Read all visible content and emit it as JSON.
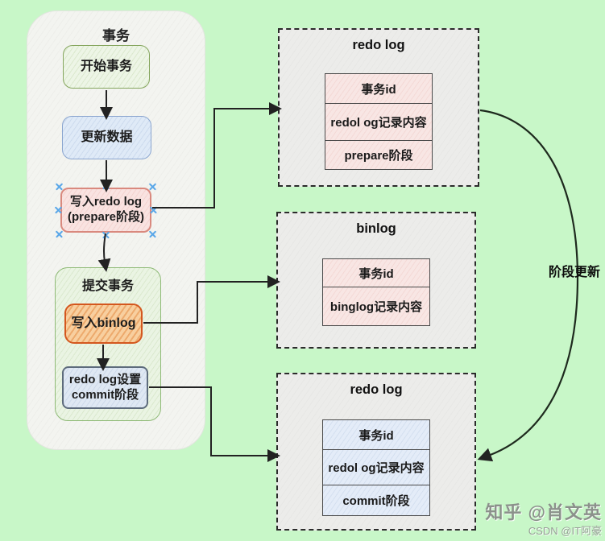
{
  "transaction_panel": {
    "title": "事务",
    "start_label": "开始事务",
    "update_label": "更新数据",
    "write_redo_line1": "写入redo log",
    "write_redo_line2": "(prepare阶段)",
    "commit_title": "提交事务",
    "write_binlog_label": "写入binlog",
    "redo_commit_line1": "redo log设置",
    "redo_commit_line2": "commit阶段"
  },
  "log_boxes": [
    {
      "title": "redo log",
      "rows": [
        "事务id",
        "redol og记录内容",
        "prepare阶段"
      ]
    },
    {
      "title": "binlog",
      "rows": [
        "事务id",
        "binglog记录内容"
      ]
    },
    {
      "title": "redo log",
      "rows": [
        "事务id",
        "redol og记录内容",
        "commit阶段"
      ]
    }
  ],
  "stage_update_label": "阶段更新",
  "watermark": {
    "zhihu": "知乎 @肖文英",
    "csdn": "CSDN @IT阿豪"
  },
  "palette": {
    "background": "#c8f7c8",
    "panel_fill": "#f3f4f0",
    "green_node_border": "#85a65e",
    "blue_node_border": "#8aa5cf",
    "red_node_border": "#d9897e",
    "orange_node_border": "#d4571e",
    "gray_node_border": "#5d6b7c",
    "dashed_box_fill": "#ececea",
    "pink_cell": "#f8e6e4",
    "blue_cell": "#e4ecf8",
    "selection_handle": "#5aa7e8",
    "arrow": "#222222"
  }
}
